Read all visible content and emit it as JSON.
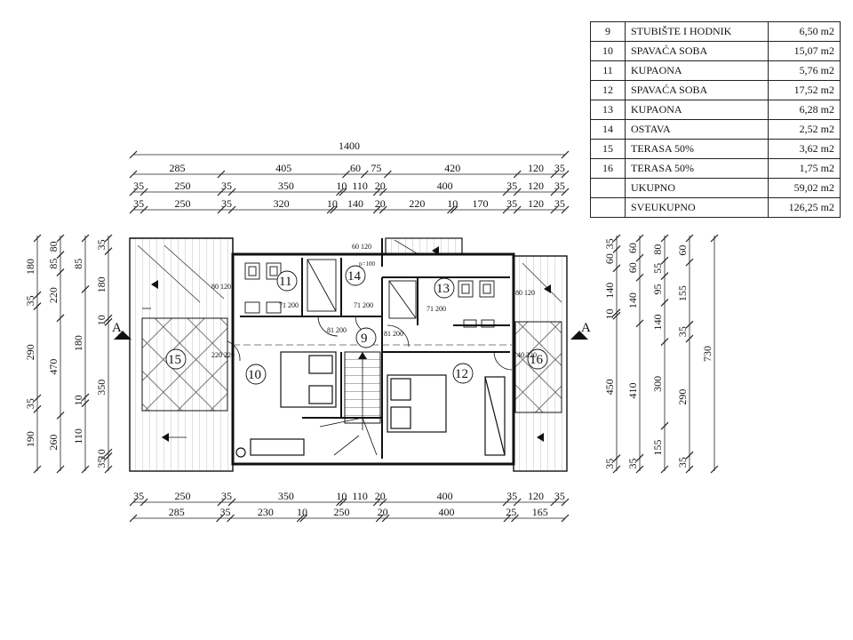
{
  "area_table": {
    "rows": [
      {
        "no": "9",
        "name": "STUBIŠTE I HODNIK",
        "area": "6,50 m2"
      },
      {
        "no": "10",
        "name": "SPAVAĆA SOBA",
        "area": "15,07 m2"
      },
      {
        "no": "11",
        "name": "KUPAONA",
        "area": "5,76 m2"
      },
      {
        "no": "12",
        "name": "SPAVAĆA SOBA",
        "area": "17,52 m2"
      },
      {
        "no": "13",
        "name": "KUPAONA",
        "area": "6,28 m2"
      },
      {
        "no": "14",
        "name": "OSTAVA",
        "area": "2,52 m2"
      },
      {
        "no": "15",
        "name": "TERASA 50%",
        "area": "3,62 m2"
      },
      {
        "no": "16",
        "name": "TERASA 50%",
        "area": "1,75 m2"
      }
    ],
    "total": {
      "label": "UKUPNO",
      "area": "59,02 m2"
    },
    "grand_total": {
      "label": "SVEUKUPNO",
      "area": "126,25 m2"
    }
  },
  "rooms": {
    "r9": "9",
    "r10": "10",
    "r11": "11",
    "r12": "12",
    "r13": "13",
    "r14": "14",
    "r15": "15",
    "r16": "16"
  },
  "section_marks": {
    "left": "A",
    "right": "A"
  },
  "dims_top": {
    "overall": "1400",
    "row1": [
      "285",
      "405",
      "60",
      "75",
      "420",
      "120",
      "35"
    ],
    "row2": [
      "35",
      "250",
      "35",
      "350",
      "10",
      "110",
      "20",
      "400",
      "35",
      "120",
      "35"
    ],
    "row3": [
      "35",
      "250",
      "35",
      "320",
      "10",
      "140",
      "20",
      "220",
      "10",
      "170",
      "35",
      "120",
      "35"
    ]
  },
  "dims_bottom": {
    "row1": [
      "35",
      "250",
      "35",
      "350",
      "10",
      "110",
      "20",
      "400",
      "35",
      "120",
      "35"
    ],
    "row2": [
      "285",
      "35",
      "230",
      "10",
      "250",
      "20",
      "400",
      "25",
      "165"
    ]
  },
  "dims_left": {
    "col1": [
      "180",
      "35",
      "290",
      "35",
      "190"
    ],
    "col2": [
      "80",
      "85",
      "220",
      "470",
      "260"
    ],
    "col3": [
      "85",
      "180",
      "10",
      "110"
    ],
    "col4": [
      "35",
      "180",
      "10",
      "350",
      "10",
      "35"
    ]
  },
  "dims_right": {
    "col1": [
      "35",
      "60",
      "140",
      "10",
      "450",
      "35"
    ],
    "col2": [
      "60",
      "60",
      "140",
      "410",
      "35"
    ],
    "col3": [
      "80",
      "55",
      "95",
      "140",
      "300",
      "155"
    ],
    "col4": [
      "60",
      "155",
      "35",
      "290",
      "35"
    ],
    "overall": "730"
  },
  "openings": {
    "door_11": "80 120",
    "door_11b": "71 200",
    "door_14": "71 200",
    "door_14top": "60 120",
    "door_13": "71 200",
    "door_13r": "80 120",
    "door_9a": "81 200",
    "door_9b": "81 200",
    "win_15": "220 220",
    "win_16": "140 220",
    "shower_note": "p=100"
  }
}
